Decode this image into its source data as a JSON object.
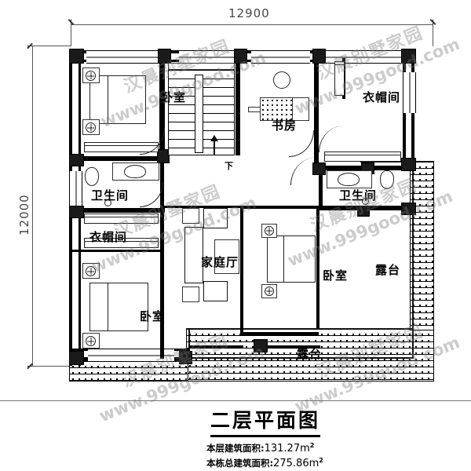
{
  "drawing": {
    "title": "二层平面图",
    "dimensions": {
      "top_label": "12900",
      "left_label": "12000",
      "unit": "mm"
    },
    "areas": {
      "floor_area_label": "本层建筑面积:",
      "floor_area_value": "131.27m",
      "floor_area_exp": "2",
      "total_area_label": "本栋总建筑面积:",
      "total_area_value": "275.86m",
      "total_area_exp": "2"
    },
    "stair_direction_marker": "下"
  },
  "rooms": [
    {
      "id": "bedroom-top-left",
      "name": "卧室",
      "en": "bedroom"
    },
    {
      "id": "bathroom-left",
      "name": "卫生间",
      "en": "bathroom"
    },
    {
      "id": "cloakroom-left",
      "name": "衣帽间",
      "en": "cloakroom"
    },
    {
      "id": "bedroom-bottom-left",
      "name": "卧室",
      "en": "bedroom"
    },
    {
      "id": "study",
      "name": "书房",
      "en": "study"
    },
    {
      "id": "cloakroom-right",
      "name": "衣帽间",
      "en": "cloakroom"
    },
    {
      "id": "bathroom-right",
      "name": "卫生间",
      "en": "bathroom"
    },
    {
      "id": "family-hall",
      "name": "家庭厅",
      "en": "family hall"
    },
    {
      "id": "bedroom-right",
      "name": "卧室",
      "en": "bedroom"
    },
    {
      "id": "terrace-right",
      "name": "露台",
      "en": "terrace"
    },
    {
      "id": "terrace-bottom",
      "name": "露台",
      "en": "terrace"
    }
  ],
  "watermark": {
    "brand": "汉晨别墅家园",
    "url": "www.999good.com"
  },
  "colors": {
    "wall": "#000000",
    "paper": "#ffffff",
    "dimension": "#555555",
    "watermark": "#787878"
  }
}
